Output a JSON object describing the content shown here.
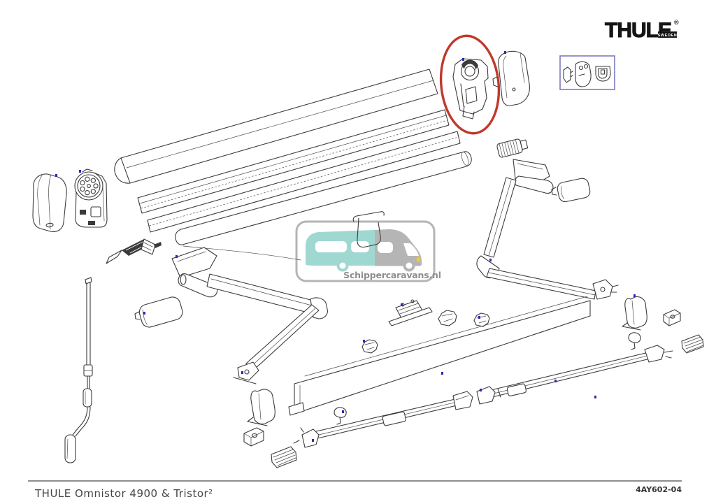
{
  "page": {
    "background": "#ffffff"
  },
  "brand": {
    "logo_text": "THULE",
    "registered_mark": "®",
    "logo_subtext": "SWEDEN",
    "logo_color": "#151515"
  },
  "diagram": {
    "line_color": "#3b3b3b",
    "highlight_ellipse_color": "#c0392b",
    "inset_box_border_color": "#7b7bc0",
    "position_marker_color": "#2a2ab8",
    "parts": [
      "cassette-top-profile",
      "cassette-middle-profile",
      "cassette-lower-profile",
      "roller-tube",
      "circled-gearbox-part",
      "right-end-cap",
      "hardware-inset-box",
      "left-end-cap",
      "gear-drive-head",
      "spindle-winch",
      "left-support-arm",
      "arm-cover-cap-left",
      "crank-handle",
      "right-support-arm",
      "knurled-adapter",
      "arm-cover-cap-right",
      "mounting-clips",
      "wall-bracket",
      "lead-rail",
      "tension-rafter-tube-1",
      "tension-rafter-tube-2",
      "lead-rail-end-cap-left",
      "lead-rail-end-cap-right",
      "end-blocks",
      "ribbed-plates",
      "knob-screws",
      "pull-hook"
    ]
  },
  "watermark": {
    "site_text": "Schippercaravans.nl",
    "text_color": "#8e8e8e",
    "border_color": "#b5b5b5",
    "caravan_color": "#9fd8d1",
    "cab_color": "#b5b5b5",
    "headlight_color": "#e8c93e"
  },
  "footer": {
    "model_title": "THULE Omnistor 4900 & Tristor²",
    "document_code": "4AY602-04"
  }
}
